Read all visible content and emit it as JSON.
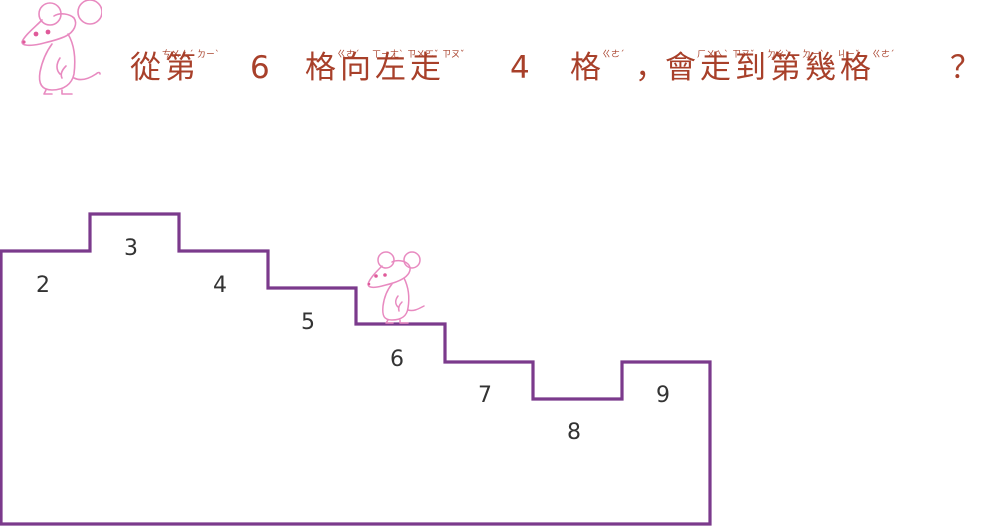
{
  "question": {
    "segments": [
      {
        "text": "從",
        "zhuyin": "ㄘㄨㄥˊ"
      },
      {
        "text": "第",
        "zhuyin": "ㄉㄧˋ"
      },
      {
        "text": "6",
        "zhuyin": ""
      },
      {
        "text": "格",
        "zhuyin": "ㄍㄜˊ"
      },
      {
        "text": "向",
        "zhuyin": "ㄒㄧㄤˋ"
      },
      {
        "text": "左",
        "zhuyin": "ㄗㄨㄛˇ"
      },
      {
        "text": "走",
        "zhuyin": "ㄗㄡˇ"
      },
      {
        "text": "4",
        "zhuyin": ""
      },
      {
        "text": "格",
        "zhuyin": "ㄍㄜˊ"
      },
      {
        "text": "，",
        "zhuyin": ""
      },
      {
        "text": "會",
        "zhuyin": "ㄏㄨㄟˋ"
      },
      {
        "text": "走",
        "zhuyin": "ㄗㄡˇ"
      },
      {
        "text": "到",
        "zhuyin": "ㄉㄠˋ"
      },
      {
        "text": "第",
        "zhuyin": "ㄉㄧˋ"
      },
      {
        "text": "幾",
        "zhuyin": "ㄐㄧˇ"
      },
      {
        "text": "格",
        "zhuyin": "ㄍㄜˊ"
      },
      {
        "text": "？",
        "zhuyin": ""
      }
    ]
  },
  "staircase": {
    "step_labels": [
      "2",
      "3",
      "4",
      "5",
      "6",
      "7",
      "8",
      "9"
    ],
    "mouse_on_step": "6"
  },
  "colors": {
    "question_text": "#a8402a",
    "stair_outline": "#7b3a8c",
    "mouse": "#e88ac0",
    "step_number": "#333333"
  },
  "icons": {
    "title_mouse": "mouse-icon",
    "stair_mouse": "mouse-icon"
  }
}
